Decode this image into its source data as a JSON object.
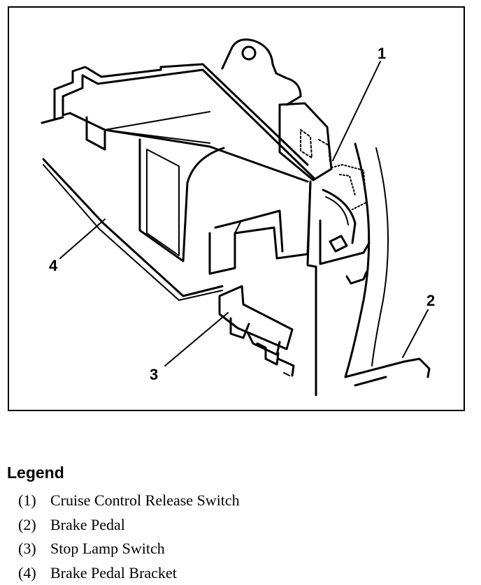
{
  "callouts": [
    "1",
    "2",
    "3",
    "4"
  ],
  "legend": {
    "title": "Legend",
    "items": [
      {
        "num": "(1)",
        "label": "Cruise Control Release Switch"
      },
      {
        "num": "(2)",
        "label": "Brake Pedal"
      },
      {
        "num": "(3)",
        "label": "Stop Lamp Switch"
      },
      {
        "num": "(4)",
        "label": "Brake Pedal Bracket"
      }
    ]
  },
  "colors": {
    "ink": "#000000",
    "paper": "#ffffff"
  }
}
